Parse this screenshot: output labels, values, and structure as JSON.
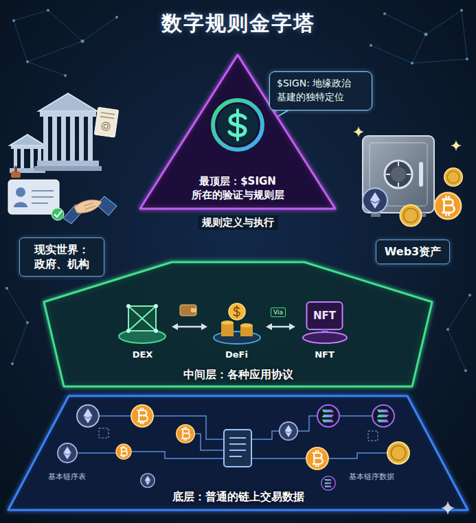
{
  "diagram": {
    "title": "数字规则金字塔",
    "nodes": [
      {
        "text": [
          "最顶层：$SIGN 所在的验证与规则层"
        ]
      },
      {
        "text": [
          "$SIGN: 地缘政治 基建的独特定位"
        ]
      },
      {
        "text": [
          "现实世界： 政府、机构"
        ]
      },
      {
        "text": [
          "Web3资产"
        ]
      },
      {
        "text": [
          "中间层：各种应用协议"
        ]
      },
      {
        "text": [
          "DEX"
        ],
        "in": 4
      },
      {
        "text": [
          "DeFi"
        ],
        "in": 4
      },
      {
        "text": [
          "NFT",
          "NFT"
        ],
        "in": 4
      },
      {
        "text": [
          "底层：普通的链上交易数据"
        ]
      }
    ],
    "edges": [
      {
        "from": 0,
        "to": 2,
        "arrow": "to"
      },
      {
        "from": 0,
        "to": 3,
        "arrow": "to"
      },
      {
        "from": 0,
        "to": 4,
        "label": "规则定义与执行",
        "arrow": "to"
      },
      {
        "from": 5,
        "to": 6,
        "arrow": "both"
      },
      {
        "from": 6,
        "to": 7,
        "arrow": "both"
      }
    ],
    "labels": [
      "Via",
      "基本链序表",
      "基本链序数据"
    ]
  }
}
